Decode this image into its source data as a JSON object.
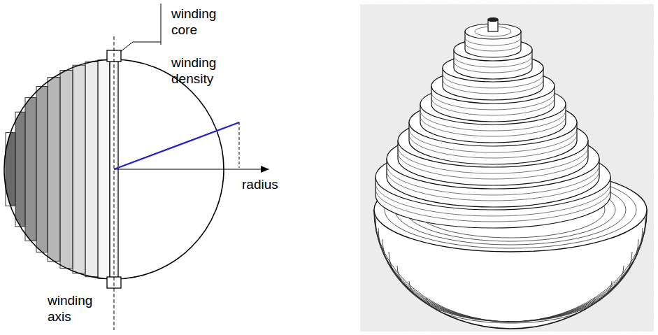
{
  "diagram": {
    "labels": [
      "winding core",
      "winding density",
      "radius",
      "winding axis"
    ]
  }
}
